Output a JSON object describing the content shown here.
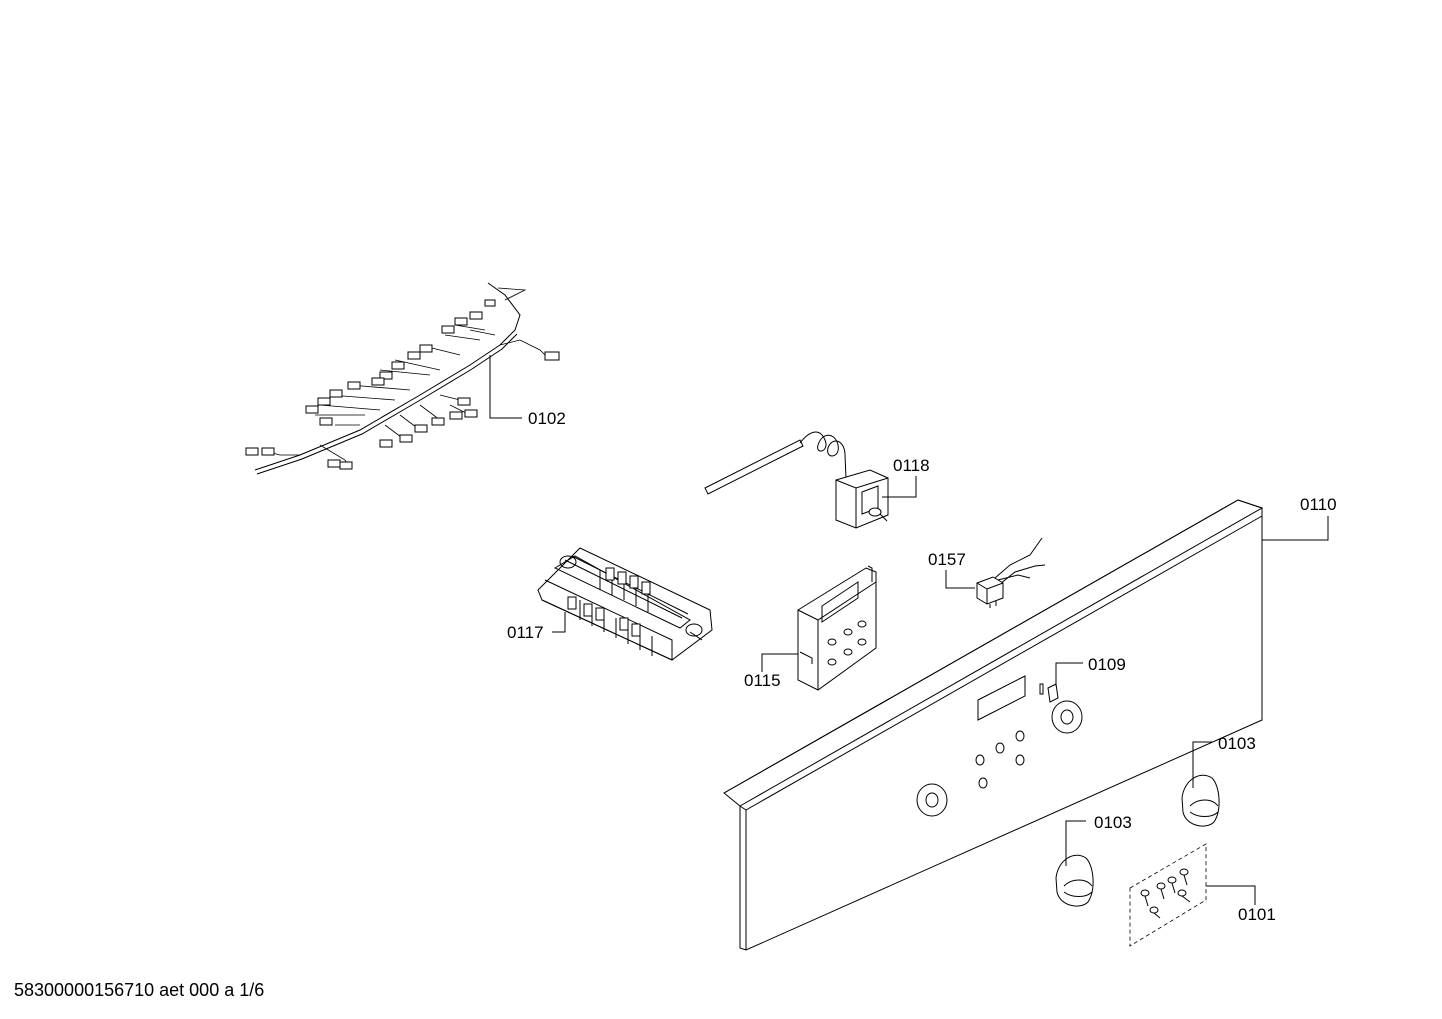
{
  "diagram": {
    "callouts": {
      "c0102": "0102",
      "c0118": "0118",
      "c0110": "0110",
      "c0157": "0157",
      "c0117": "0117",
      "c0115": "0115",
      "c0109": "0109",
      "c0103a": "0103",
      "c0103b": "0103",
      "c0101": "0101"
    },
    "parts": [
      {
        "ref": "0102",
        "icon": "wiring-harness-icon"
      },
      {
        "ref": "0118",
        "icon": "thermostat-icon"
      },
      {
        "ref": "0110",
        "icon": "control-panel-icon"
      },
      {
        "ref": "0157",
        "icon": "switch-icon"
      },
      {
        "ref": "0117",
        "icon": "selector-switch-icon"
      },
      {
        "ref": "0115",
        "icon": "timer-module-icon"
      },
      {
        "ref": "0109",
        "icon": "indicator-lamp-icon"
      },
      {
        "ref": "0103",
        "icon": "knob-icon"
      },
      {
        "ref": "0101",
        "icon": "screw-set-icon"
      }
    ]
  },
  "footer": {
    "doc_id": "58300000156710 aet 000 a 1/6"
  }
}
